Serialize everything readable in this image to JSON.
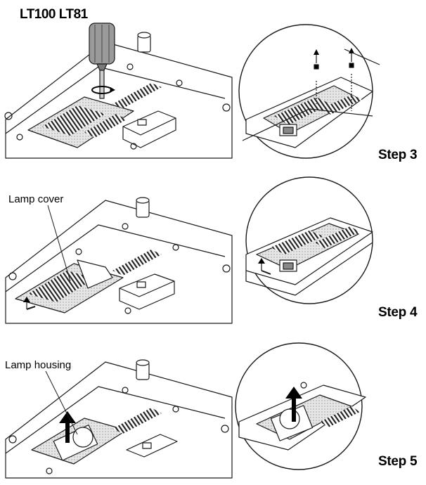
{
  "header": {
    "models": "LT100 LT81"
  },
  "steps": [
    {
      "label": "Step 3"
    },
    {
      "label": "Step 4"
    },
    {
      "label": "Step 5"
    }
  ],
  "callouts": {
    "lamp_cover": "Lamp cover",
    "lamp_housing": "Lamp housing"
  },
  "colors": {
    "line": "#1a1a1a",
    "shade": "#bdbdbd",
    "arrow": "#000000"
  }
}
